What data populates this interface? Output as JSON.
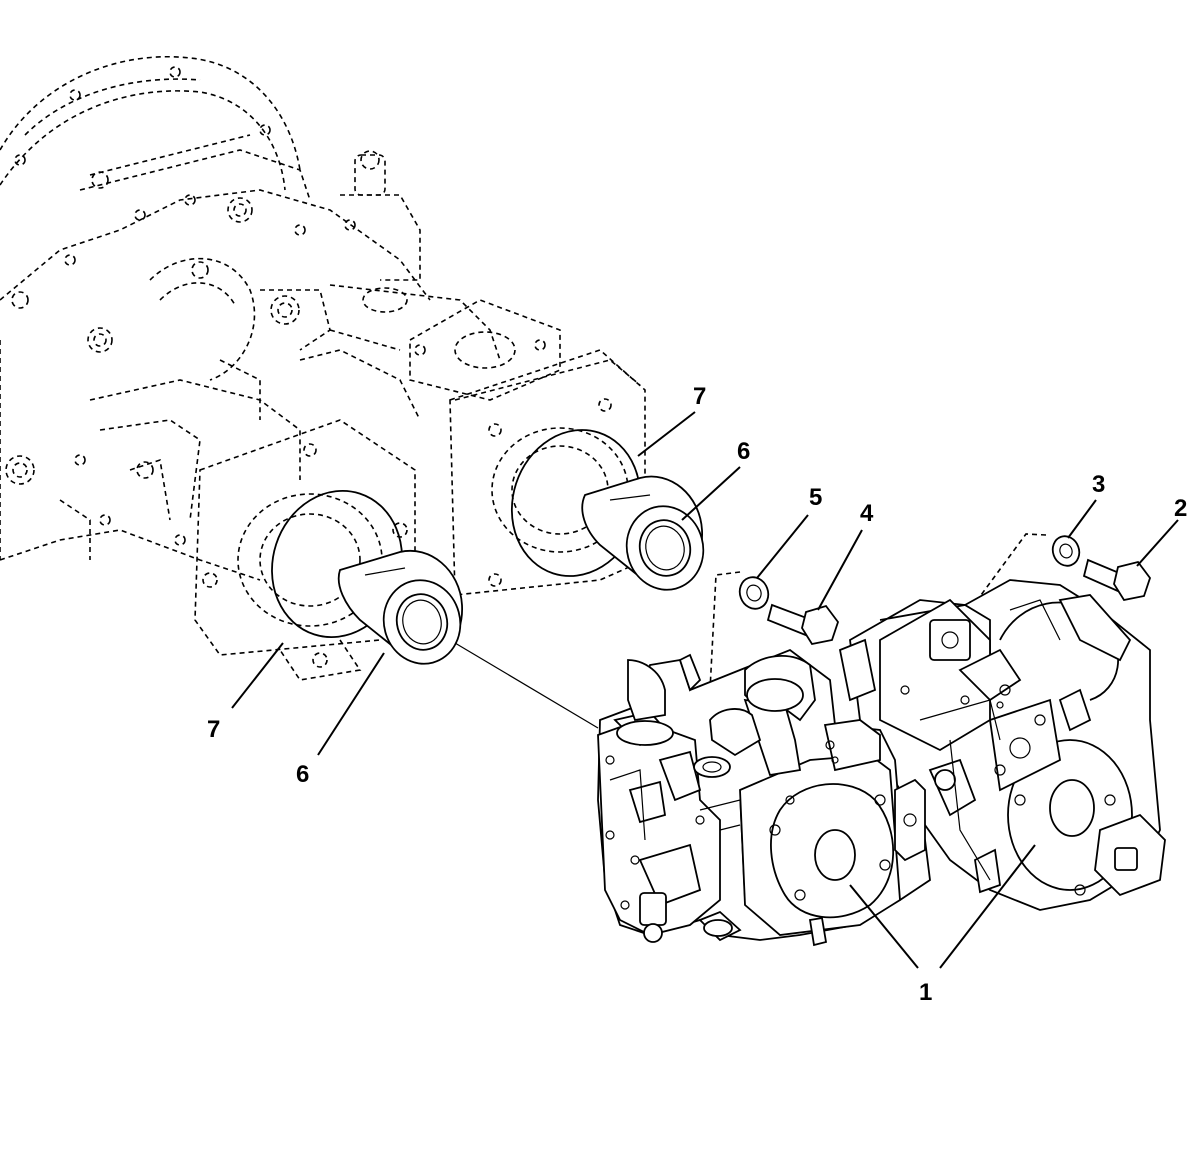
{
  "diagram": {
    "callouts": [
      {
        "id": "1",
        "label": "1"
      },
      {
        "id": "2",
        "label": "2"
      },
      {
        "id": "3",
        "label": "3"
      },
      {
        "id": "4",
        "label": "4"
      },
      {
        "id": "5",
        "label": "5"
      },
      {
        "id": "6a",
        "label": "6"
      },
      {
        "id": "6b",
        "label": "6"
      },
      {
        "id": "7a",
        "label": "7"
      },
      {
        "id": "7b",
        "label": "7"
      }
    ]
  }
}
